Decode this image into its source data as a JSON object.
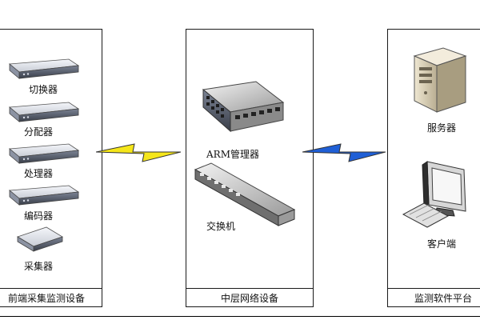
{
  "panels": {
    "left": {
      "title": "前端采集监测设备",
      "devices": [
        "切换器",
        "分配器",
        "处理器",
        "编码器",
        "采集器"
      ]
    },
    "middle": {
      "title": "中层网络设备",
      "devices": [
        "ARM管理器",
        "交换机"
      ]
    },
    "right": {
      "title": "监测软件平台",
      "devices": [
        "服务器",
        "客户端"
      ]
    }
  },
  "links": [
    {
      "from": "left",
      "to": "middle",
      "color": "#f5e61a"
    },
    {
      "from": "middle",
      "to": "right",
      "color": "#1f5fd6"
    }
  ],
  "icons": [
    "rack-device-icon",
    "arm-manager-icon",
    "switch-icon",
    "server-tower-icon",
    "desktop-computer-icon",
    "collector-box-icon"
  ]
}
